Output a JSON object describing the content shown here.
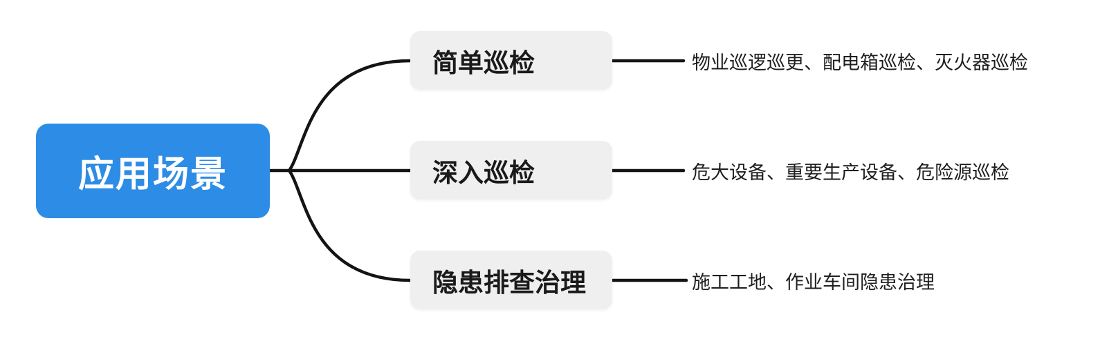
{
  "mindmap": {
    "root": {
      "label": "应用场景"
    },
    "branches": [
      {
        "label": "简单巡检",
        "leaf": "物业巡逻巡更、配电箱巡检、灭火器巡检"
      },
      {
        "label": "深入巡检",
        "leaf": "危大设备、重要生产设备、危险源巡检"
      },
      {
        "label": "隐患排查治理",
        "leaf": "施工工地、作业车间隐患治理"
      }
    ]
  },
  "colors": {
    "root_bg": "#2D8CE6",
    "root_text": "#FFFFFF",
    "branch_bg": "#EFEFEF",
    "branch_text": "#1A1A1A",
    "leaf_text": "#1F1F1F",
    "connector": "#141414",
    "canvas_bg": "#FFFFFF"
  }
}
